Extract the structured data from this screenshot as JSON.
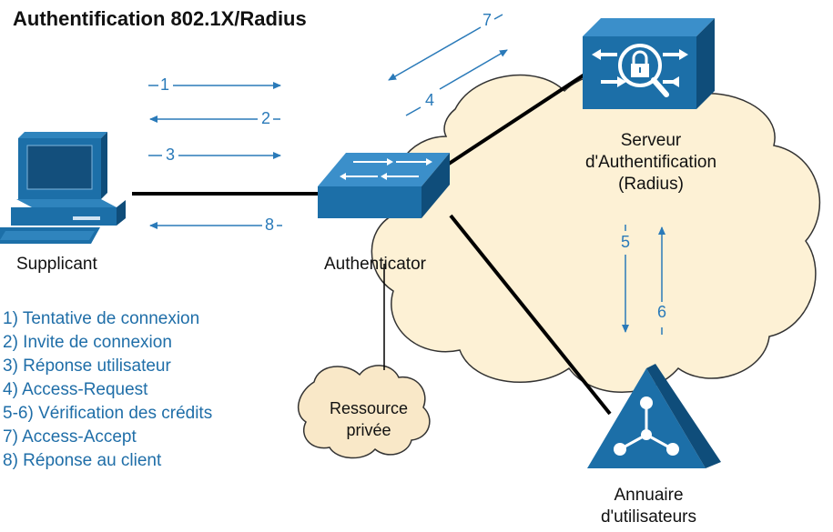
{
  "title": "Authentification 802.1X/Radius",
  "nodes": {
    "supplicant": "Supplicant",
    "authenticator": "Authenticator",
    "server_line1": "Serveur",
    "server_line2": "d'Authentification",
    "server_line3": "(Radius)",
    "resource_line1": "Ressource",
    "resource_line2": "privée",
    "directory_line1": "Annuaire",
    "directory_line2": "d'utilisateurs"
  },
  "arrows": {
    "a1": "1",
    "a2": "2",
    "a3": "3",
    "a4": "4",
    "a5": "5",
    "a6": "6",
    "a7": "7",
    "a8": "8"
  },
  "legend": [
    "1) Tentative de connexion",
    "2) Invite de connexion",
    "3) Réponse utilisateur",
    "4) Access-Request",
    "5-6) Vérification des crédits",
    "7) Access-Accept",
    "8) Réponse au client"
  ],
  "colors": {
    "device_blue": "#1c6fa8",
    "arrow_blue": "#2a7ab9",
    "cloud_fill": "#fdf1d5",
    "resource_fill": "#f9e8c8"
  }
}
